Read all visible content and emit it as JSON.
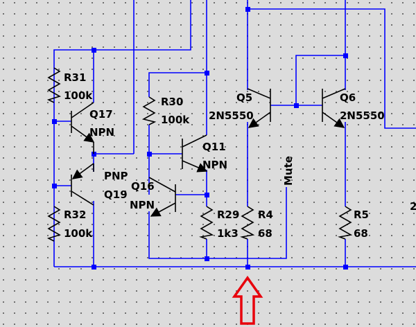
{
  "schematic": {
    "components": {
      "r31": {
        "ref": "R31",
        "value": "100k"
      },
      "r32": {
        "ref": "R32",
        "value": "100k"
      },
      "r30": {
        "ref": "R30",
        "value": "100k"
      },
      "r29": {
        "ref": "R29",
        "value": "1k3"
      },
      "r4": {
        "ref": "R4",
        "value": "68"
      },
      "r5": {
        "ref": "R5",
        "value": "68"
      },
      "q17": {
        "ref": "Q17",
        "type": "NPN"
      },
      "q19": {
        "ref": "Q19",
        "type": "PNP"
      },
      "q16": {
        "ref": "Q16",
        "type": "NPN"
      },
      "q11": {
        "ref": "Q11",
        "type": "NPN"
      },
      "q5": {
        "ref": "Q5",
        "part": "2N5550"
      },
      "q6": {
        "ref": "Q6",
        "part": "2N5550"
      }
    },
    "net_labels": {
      "mute": "Mute"
    },
    "edge_text": "2",
    "colors": {
      "wire": "#0000ff",
      "background": "#dcdcdc",
      "grid_dot": "#6e6e6e",
      "arrow": "#e8000b",
      "component": "#000000"
    }
  }
}
